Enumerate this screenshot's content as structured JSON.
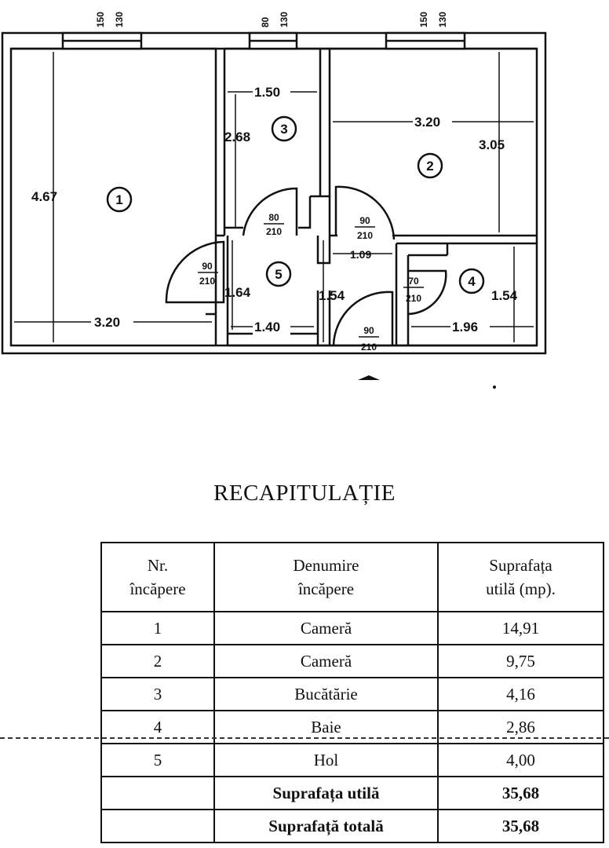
{
  "plan": {
    "window_labels": [
      {
        "w": "150",
        "h": "130"
      },
      {
        "w": "80",
        "h": "130"
      },
      {
        "w": "150",
        "h": "130"
      }
    ],
    "room_numbers": [
      "1",
      "2",
      "3",
      "4",
      "5"
    ],
    "dimensions": {
      "r1_height": "4.67",
      "r1_width": "3.20",
      "r3_width": "1.50",
      "r3_height": "2.68",
      "r2_width": "3.20",
      "r2_height": "3.05",
      "r5_height_left": "1.64",
      "r5_width": "1.40",
      "hall_height": "1.54",
      "hall_width_small": "1.09",
      "r4_height": "1.54",
      "r4_width": "1.96"
    },
    "doors": [
      {
        "w": "80",
        "h": "210"
      },
      {
        "w": "90",
        "h": "210"
      },
      {
        "w": "90",
        "h": "210"
      },
      {
        "w": "70",
        "h": "210"
      },
      {
        "w": "90",
        "h": "210"
      }
    ]
  },
  "recap": {
    "title": "RECAPITULAȚIE",
    "headers": {
      "col1_line1": "Nr.",
      "col1_line2": "încăpere",
      "col2_line1": "Denumire",
      "col2_line2": "încăpere",
      "col3_line1": "Suprafața",
      "col3_line2": "utilă (mp)."
    },
    "rows": [
      {
        "nr": "1",
        "name": "Cameră",
        "area": "14,91"
      },
      {
        "nr": "2",
        "name": "Cameră",
        "area": "9,75"
      },
      {
        "nr": "3",
        "name": "Bucătărie",
        "area": "4,16"
      },
      {
        "nr": "4",
        "name": "Baie",
        "area": "2,86"
      },
      {
        "nr": "5",
        "name": "Hol",
        "area": "4,00"
      }
    ],
    "totals": [
      {
        "label": "Suprafața utilă",
        "value": "35,68"
      },
      {
        "label": "Suprafață totală",
        "value": "35,68"
      }
    ]
  }
}
